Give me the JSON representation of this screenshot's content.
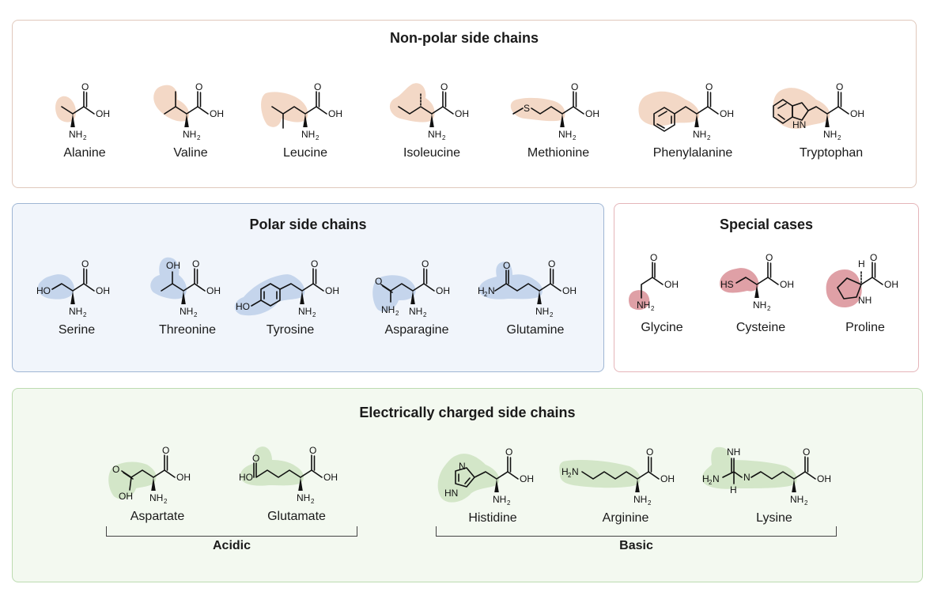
{
  "colors": {
    "nonpolar_border": "#e0c8bc",
    "nonpolar_bg": "#ffffff",
    "nonpolar_blob": "#f3d8c6",
    "polar_border": "#9fb6d4",
    "polar_bg": "#f1f5fb",
    "polar_blob": "#c5d5ec",
    "special_border": "#e5b5b9",
    "special_bg": "#ffffff",
    "special_blob": "#dfa0a6",
    "charged_border": "#bcdbb0",
    "charged_bg": "#f3f9f0",
    "charged_blob": "#d3e6c8"
  },
  "common": {
    "o": "O",
    "oh": "OH",
    "nh": "NH",
    "two": "2",
    "h": "H",
    "n": "N",
    "s": "S",
    "sh": "SH",
    "hn": "HN",
    "nh_ring": "NH",
    "ho": "HO",
    "hs": "HS"
  },
  "panels": {
    "nonpolar": {
      "title": "Non-polar side chains",
      "items": [
        "Alanine",
        "Valine",
        "Leucine",
        "Isoleucine",
        "Methionine",
        "Phenylalanine",
        "Tryptophan"
      ]
    },
    "polar": {
      "title": "Polar side chains",
      "items": [
        "Serine",
        "Threonine",
        "Tyrosine",
        "Asparagine",
        "Glutamine"
      ]
    },
    "special": {
      "title": "Special cases",
      "items": [
        "Glycine",
        "Cysteine",
        "Proline"
      ]
    },
    "charged": {
      "title": "Electrically charged side chains",
      "items": [
        "Aspartate",
        "Glutamate",
        "Histidine",
        "Arginine",
        "Lysine"
      ],
      "groups": {
        "acidic": "Acidic",
        "basic": "Basic"
      }
    }
  }
}
